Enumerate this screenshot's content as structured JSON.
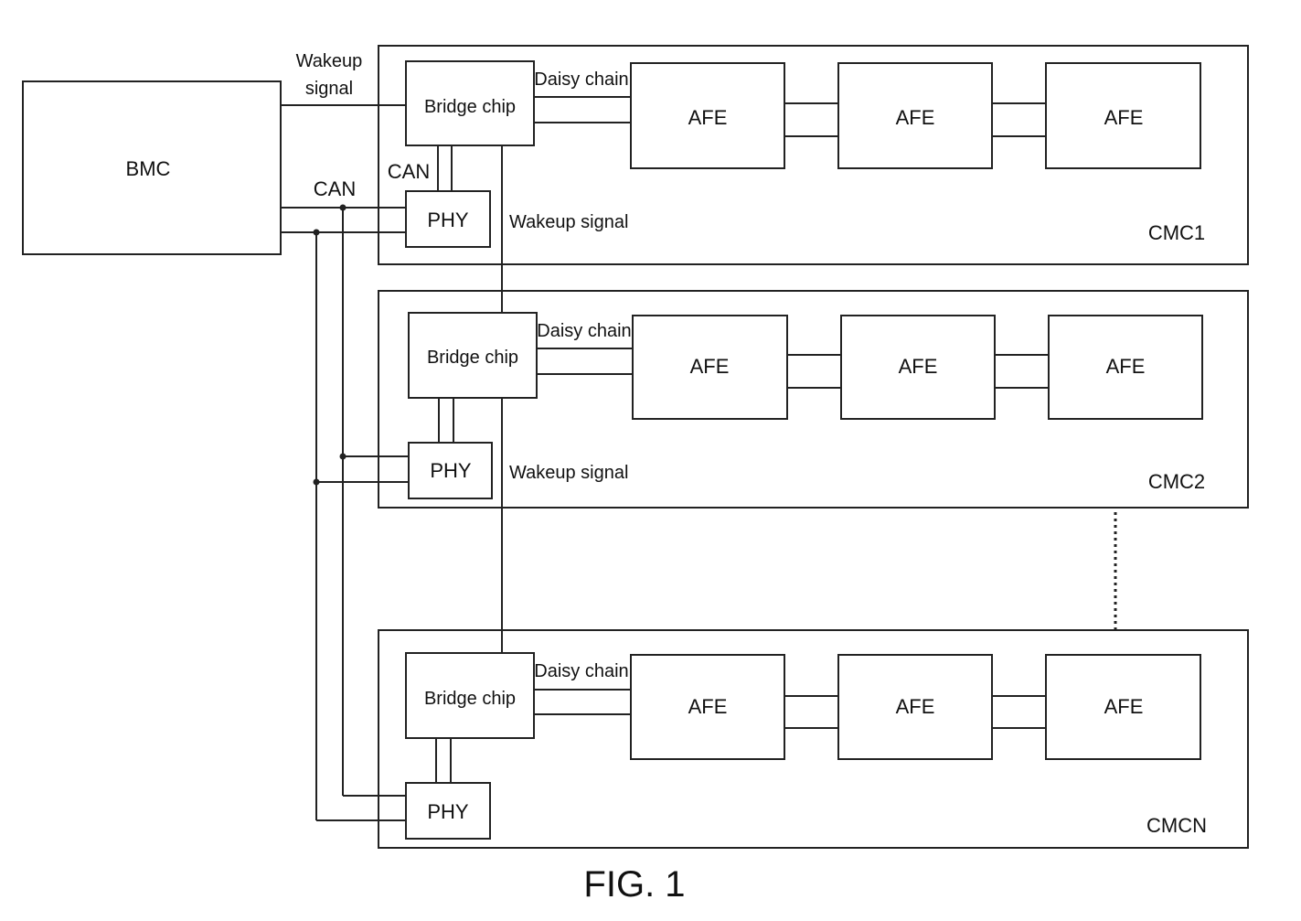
{
  "bmc": {
    "label": "BMC"
  },
  "wire_labels": {
    "wakeup_top_line1": "Wakeup",
    "wakeup_top_line2": "signal",
    "can_bus": "CAN",
    "can_local": "CAN"
  },
  "modules": [
    {
      "name": "CMC1",
      "bridge": "Bridge chip",
      "phy": "PHY",
      "daisy": "Daisy chain",
      "wakeup": "Wakeup signal",
      "afe": [
        "AFE",
        "AFE",
        "AFE"
      ]
    },
    {
      "name": "CMC2",
      "bridge": "Bridge chip",
      "phy": "PHY",
      "daisy": "Daisy chain",
      "wakeup": "Wakeup signal",
      "afe": [
        "AFE",
        "AFE",
        "AFE"
      ]
    },
    {
      "name": "CMCN",
      "bridge": "Bridge chip",
      "phy": "PHY",
      "daisy": "Daisy chain",
      "afe": [
        "AFE",
        "AFE",
        "AFE"
      ]
    }
  ],
  "figure_label": "FIG. 1"
}
